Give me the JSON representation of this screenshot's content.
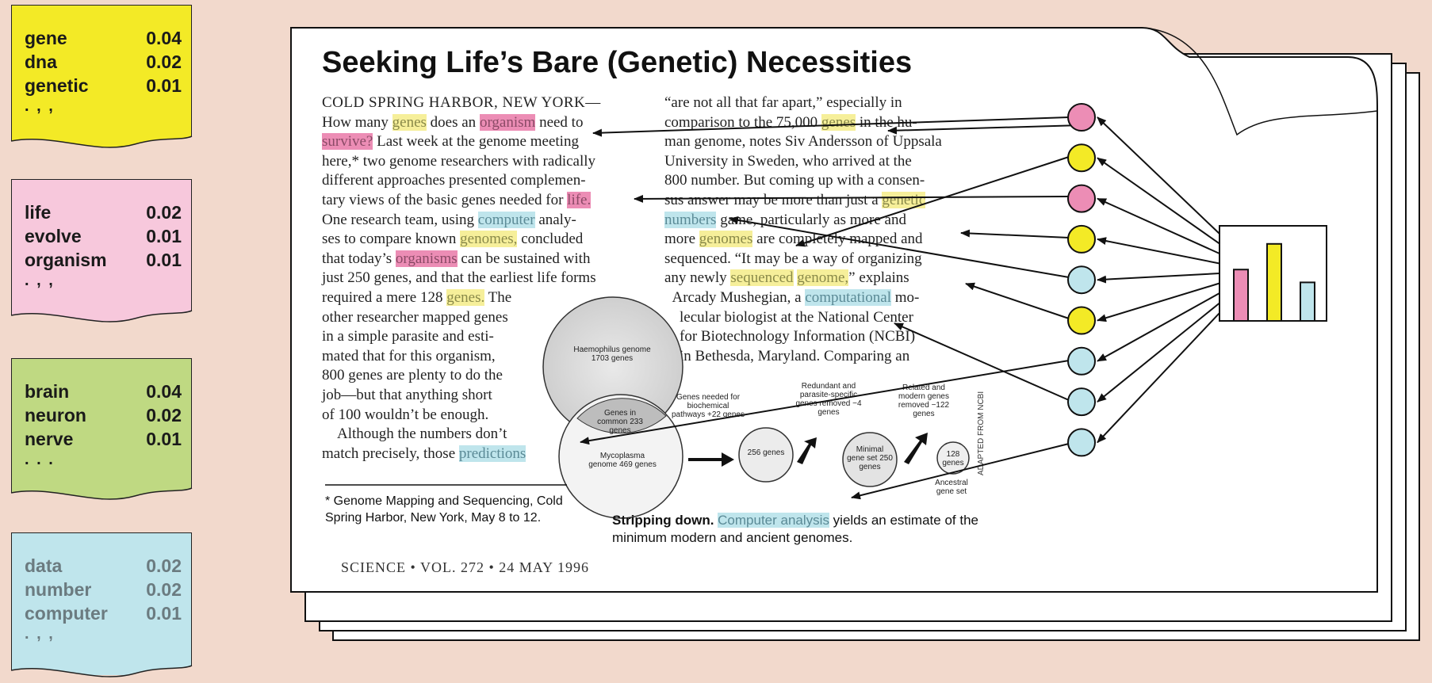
{
  "topics": [
    {
      "id": "yellow",
      "color": "#f3ea26",
      "words": [
        {
          "w": "gene",
          "p": "0.04"
        },
        {
          "w": "dna",
          "p": "0.02"
        },
        {
          "w": "genetic",
          "p": "0.01"
        }
      ],
      "ellipsis": ". , ,"
    },
    {
      "id": "pink",
      "color": "#f7c8dc",
      "words": [
        {
          "w": "life",
          "p": "0.02"
        },
        {
          "w": "evolve",
          "p": "0.01"
        },
        {
          "w": "organism",
          "p": "0.01"
        }
      ],
      "ellipsis": ". , ,"
    },
    {
      "id": "green",
      "color": "#bfd982",
      "words": [
        {
          "w": "brain",
          "p": "0.04"
        },
        {
          "w": "neuron",
          "p": "0.02"
        },
        {
          "w": "nerve",
          "p": "0.01"
        }
      ],
      "ellipsis": ". . ."
    },
    {
      "id": "blue",
      "color": "#bfe5ec",
      "words": [
        {
          "w": "data",
          "p": "0.02"
        },
        {
          "w": "number",
          "p": "0.02"
        },
        {
          "w": "computer",
          "p": "0.01"
        }
      ],
      "ellipsis": ". , ,"
    }
  ],
  "article": {
    "headline": "Seeking Life’s Bare (Genetic) Necessities",
    "dateline": "COLD SPRING HARBOR, NEW YORK—",
    "footnote": "* Genome Mapping and Sequencing, Cold Spring Harbor, New York, May 8 to 12.",
    "footer": "SCIENCE • VOL. 272 • 24 MAY 1996",
    "credit": "ADAPTED FROM NCBI",
    "caption_bold": "Stripping down.",
    "caption_hl": "Computer analysis",
    "caption_rest": " yields an estimate of the minimum modern and ancient genomes."
  },
  "figure": {
    "haemophilus": "Haemophilus genome 1703 genes",
    "common": "Genes in common 233 genes",
    "mycoplasma": "Mycoplasma genome 469 genes",
    "needed": "Genes needed for biochemical pathways +22 genes",
    "redundant": "Redundant and parasite-specific genes removed −4 genes",
    "related": "Related and modern genes removed −122 genes",
    "g256": "256 genes",
    "minimal": "Minimal gene set 250 genes",
    "g128": "128 genes",
    "ancestral": "Ancestral gene set"
  },
  "chart_data": {
    "type": "bar",
    "categories": [
      "pink",
      "yellow",
      "blue"
    ],
    "values": [
      0.6,
      0.9,
      0.45
    ],
    "colors": [
      "#ec8db5",
      "#f3ea26",
      "#bfe5ec"
    ],
    "ylim": [
      0,
      1
    ]
  },
  "nodes": [
    "#ec8db5",
    "#f3ea26",
    "#ec8db5",
    "#f3ea26",
    "#bfe5ec",
    "#f3ea26",
    "#bfe5ec",
    "#bfe5ec",
    "#bfe5ec"
  ]
}
